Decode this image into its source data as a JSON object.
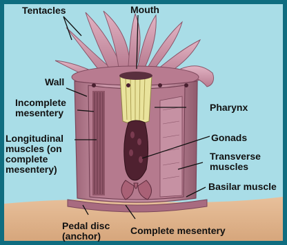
{
  "diagram": {
    "labels": {
      "tentacles": "Tentacles",
      "mouth": "Mouth",
      "wall": "Wall",
      "incomplete_mesentery": "Incomplete\nmesentery",
      "pharynx": "Pharynx",
      "longitudinal_muscles": "Longitudinal\nmuscles (on\ncomplete\nmesentery)",
      "gonads": "Gonads",
      "transverse_muscles": "Transverse\nmuscles",
      "basilar_muscle": "Basilar muscle",
      "pedal_disc": "Pedal disc\n(anchor)",
      "complete_mesentery": "Complete mesentery"
    },
    "colors": {
      "background": "#0f6d80",
      "panel": "#a9dde7",
      "sand": "#e3b891",
      "body": "#c48fa1",
      "body_dark": "#8f5a6c",
      "pharynx": "#e9e39c",
      "tentacle": "#c98ea3"
    }
  }
}
